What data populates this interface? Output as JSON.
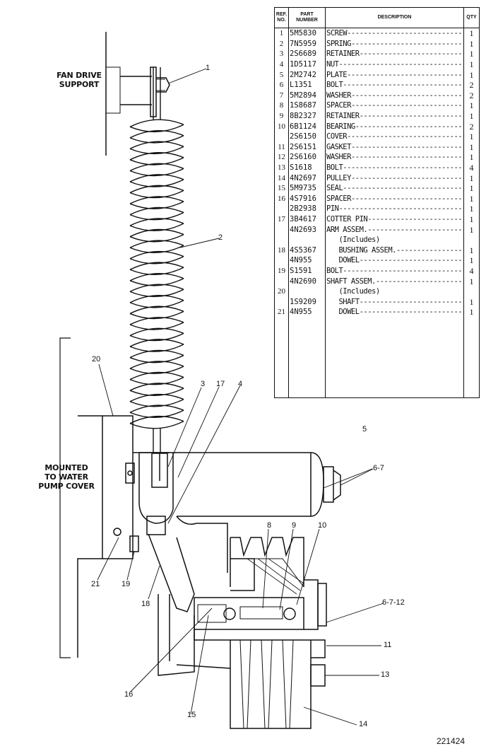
{
  "labels": {
    "fan_drive_support": "FAN DRIVE\nSUPPORT",
    "mounted": "MOUNTED\nTO WATER\nPUMP COVER"
  },
  "callouts": [
    "1",
    "2",
    "3",
    "17",
    "4",
    "20",
    "5",
    "6-7",
    "21",
    "19",
    "18",
    "8",
    "9",
    "10",
    "6-7-12",
    "11",
    "13",
    "16",
    "15",
    "14"
  ],
  "table": {
    "headers": {
      "ref": "REF.\nNO.",
      "part": "PART\nNUMBER",
      "desc": "DESCRIPTION",
      "qty": "QTY"
    },
    "rows": [
      {
        "ref": "1",
        "part": "5M5830",
        "desc": "SCREW",
        "qty": "1"
      },
      {
        "ref": "2",
        "part": "7N5959",
        "desc": "SPRING",
        "qty": "1"
      },
      {
        "ref": "3",
        "part": "2S6689",
        "desc": "RETAINER",
        "qty": "1"
      },
      {
        "ref": "4",
        "part": "1D5117",
        "desc": "NUT",
        "qty": "1"
      },
      {
        "ref": "5",
        "part": "2M2742",
        "desc": "PLATE",
        "qty": "1"
      },
      {
        "ref": "6",
        "part": "L1351",
        "desc": "BOLT",
        "qty": "2"
      },
      {
        "ref": "7",
        "part": "5M2894",
        "desc": "WASHER",
        "qty": "2"
      },
      {
        "ref": "8",
        "part": "1S8687",
        "desc": "SPACER",
        "qty": "1"
      },
      {
        "ref": "9",
        "part": "8B2327",
        "desc": "RETAINER",
        "qty": "1"
      },
      {
        "ref": "10",
        "part": "6B1124",
        "desc": "BEARING",
        "qty": "2"
      },
      {
        "ref": "",
        "part": "2S6150",
        "desc": "COVER",
        "qty": "1"
      },
      {
        "ref": "11",
        "part": "2S6151",
        "desc": "GASKET",
        "qty": "1"
      },
      {
        "ref": "12",
        "part": "2S6160",
        "desc": "WASHER",
        "qty": "1"
      },
      {
        "ref": "13",
        "part": "S1618",
        "desc": "BOLT",
        "qty": "4"
      },
      {
        "ref": "14",
        "part": "4N2697",
        "desc": "PULLEY",
        "qty": "1"
      },
      {
        "ref": "15",
        "part": "5M9735",
        "desc": "SEAL",
        "qty": "1"
      },
      {
        "ref": "16",
        "part": "4S7916",
        "desc": "SPACER",
        "qty": "1"
      },
      {
        "ref": "",
        "part": "2B2938",
        "desc": "PIN",
        "qty": "1"
      },
      {
        "ref": "17",
        "part": "3B4617",
        "desc": "COTTER PIN",
        "qty": "1"
      },
      {
        "ref": "",
        "part": "4N2693",
        "desc": "ARM ASSEM.",
        "qty": "1"
      },
      {
        "ref": "",
        "part": "",
        "desc": "   (Includes)",
        "qty": ""
      },
      {
        "ref": "18",
        "part": "4S5367",
        "desc": "   BUSHING ASSEM.",
        "qty": "1"
      },
      {
        "ref": "",
        "part": "4N955",
        "desc": "   DOWEL",
        "qty": "1"
      },
      {
        "ref": "19",
        "part": "S1591",
        "desc": "BOLT",
        "qty": "4"
      },
      {
        "ref": "",
        "part": "4N2690",
        "desc": "SHAFT ASSEM.",
        "qty": "1"
      },
      {
        "ref": "20",
        "part": "",
        "desc": "   (Includes)",
        "qty": ""
      },
      {
        "ref": "",
        "part": "1S9209",
        "desc": "   SHAFT",
        "qty": "1"
      },
      {
        "ref": "21",
        "part": "4N955",
        "desc": "   DOWEL",
        "qty": "1"
      }
    ]
  },
  "footer": "221424"
}
